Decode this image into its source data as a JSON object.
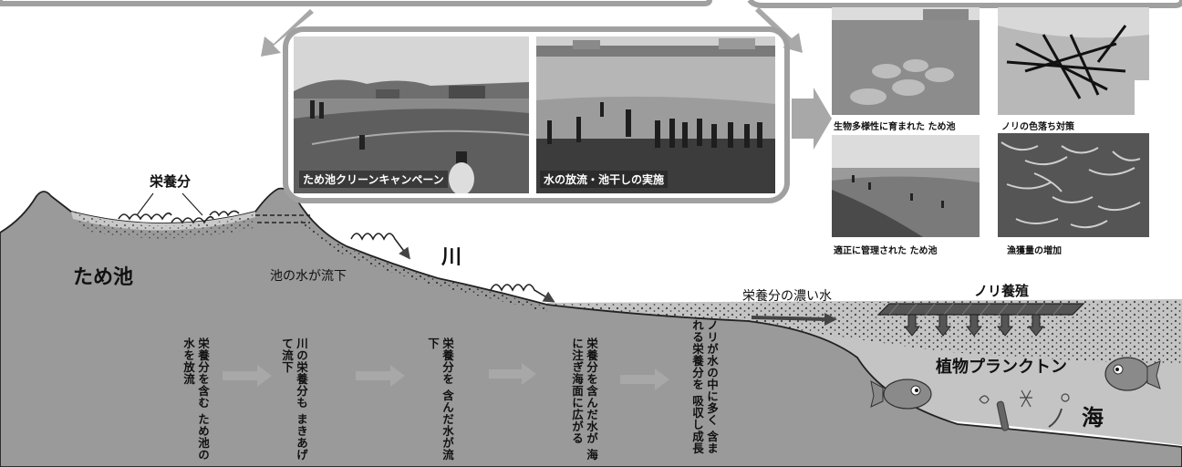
{
  "labels": {
    "nutrient": "栄養分",
    "pond": "ため池",
    "pond_flow": "池の水が流下",
    "river": "川",
    "rich_water": "栄養分の濃い水",
    "nori_farm": "ノリ養殖",
    "phyto": "植物プランクトン",
    "sea": "海"
  },
  "steps": [
    "栄養分を含む ため池の水を放流",
    "川の栄養分も まきあげて流下",
    "栄養分を 含んだ水が流下",
    "栄養分を含んだ水が 海に注ぎ海面に広がる",
    "ノリが水の中に多く 含まれる栄養分を 吸収し成長"
  ],
  "photos": {
    "cleanup": "ため池クリーンキャンペーン",
    "drain": "水の放流・池干しの実施",
    "biodiversity": "生物多様性に育まれた ため池",
    "nori_color": "ノリの色落ち対策",
    "managed": "適正に管理された ため池",
    "catch": "漁獲量の増加"
  },
  "colors": {
    "land": "#9a9a9a",
    "sea": "#c4c4c4",
    "arrow": "#a8a8a8",
    "frame": "#a0a0a0"
  }
}
